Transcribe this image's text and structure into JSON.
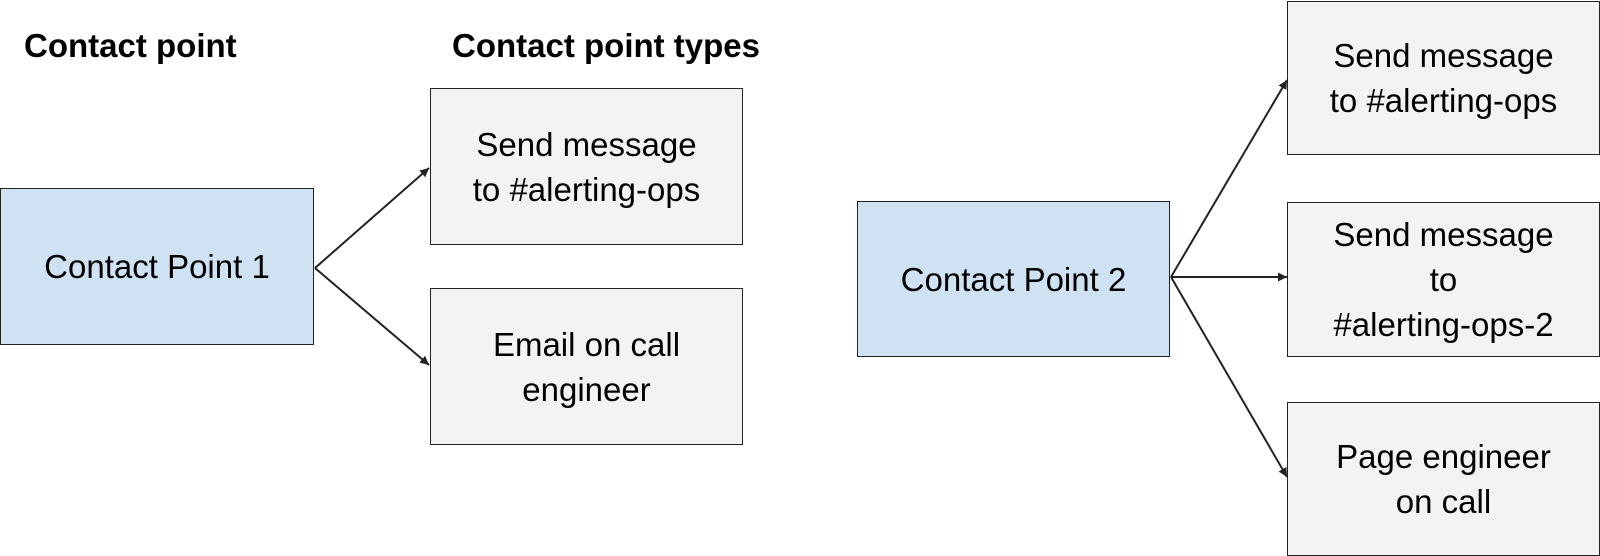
{
  "headings": {
    "contact_point": "Contact point",
    "contact_point_types": "Contact point types"
  },
  "contact_points": [
    {
      "label": "Contact Point 1",
      "types": [
        {
          "lines": [
            "Send message",
            "to #alerting-ops"
          ]
        },
        {
          "lines": [
            "Email on call",
            "engineer"
          ]
        }
      ]
    },
    {
      "label": "Contact Point 2",
      "types": [
        {
          "lines": [
            "Send message",
            "to #alerting-ops"
          ]
        },
        {
          "lines": [
            "Send message",
            "to",
            "#alerting-ops-2"
          ]
        },
        {
          "lines": [
            "Page engineer",
            "on call"
          ]
        }
      ]
    }
  ],
  "colors": {
    "contact_point_fill": "#cfe2f3",
    "type_fill": "#f3f3f3",
    "border": "#222222",
    "arrow": "#222222"
  }
}
